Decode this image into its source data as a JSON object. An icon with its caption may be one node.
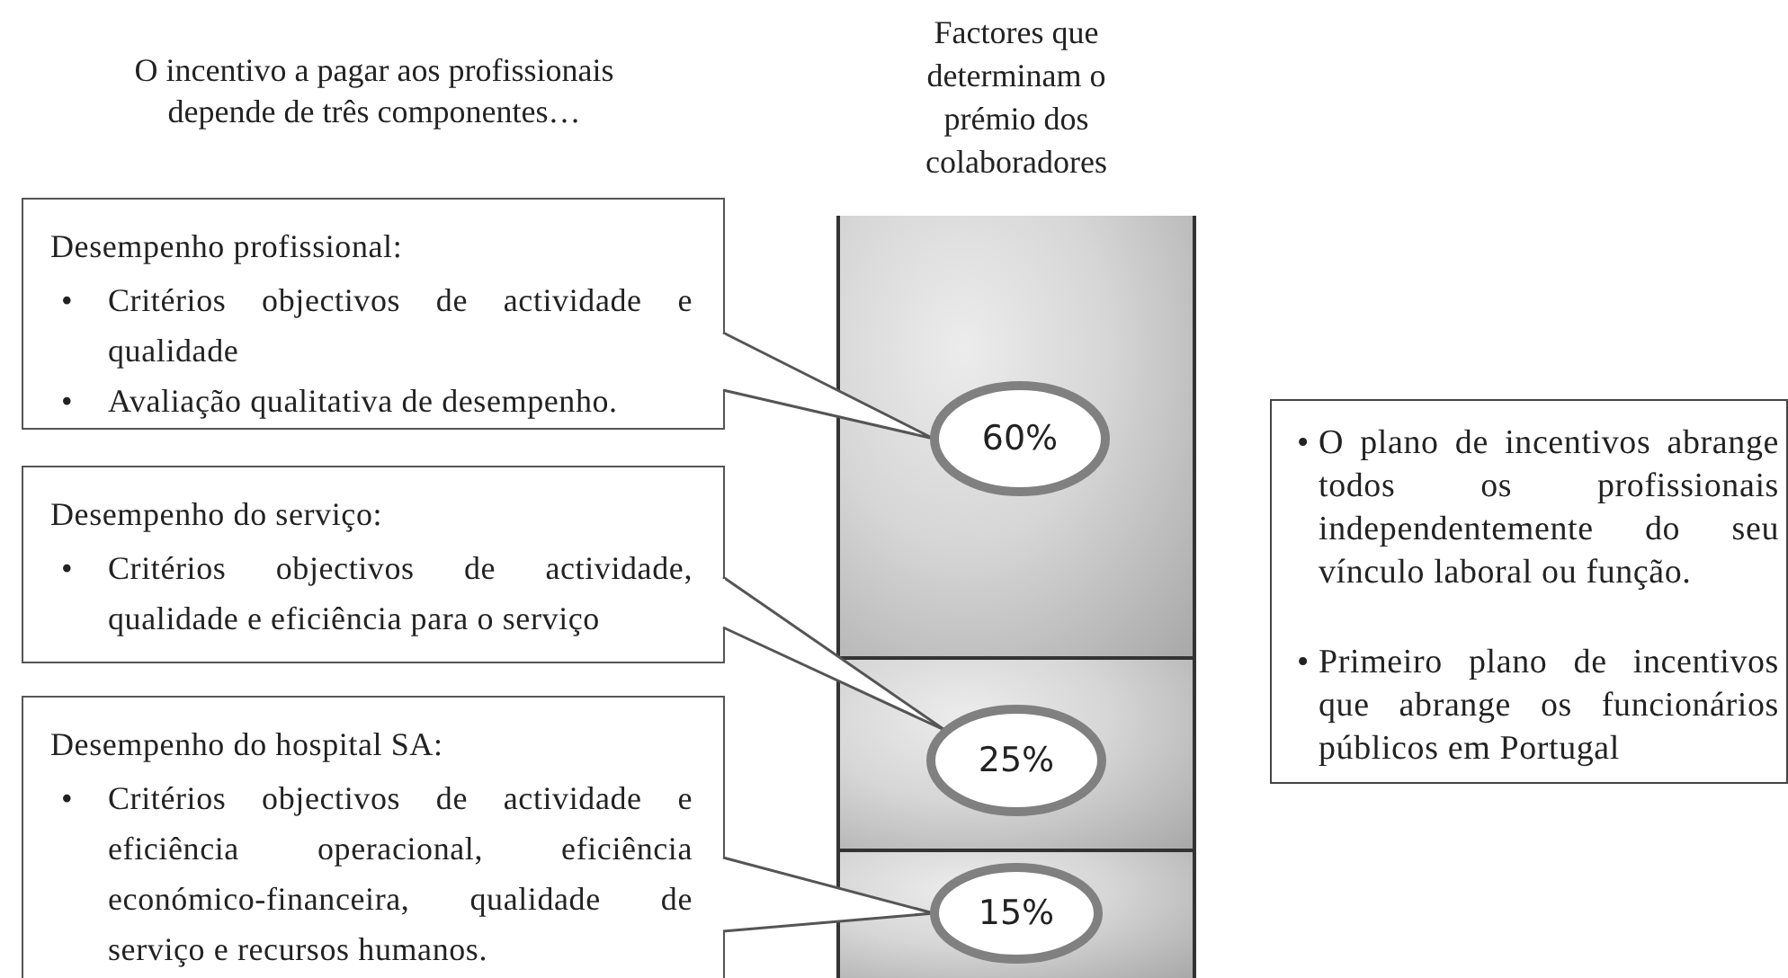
{
  "diagram": {
    "nodes": [
      {
        "text": [
          "Factores que determinam o prémio dos colaboradores"
        ]
      },
      {
        "text": [],
        "shape": "bar",
        "in": 0
      },
      {
        "text": [
          "60%"
        ],
        "in": 1
      },
      {
        "text": [],
        "shape": "bar",
        "in": 0
      },
      {
        "text": [
          "25%"
        ],
        "in": 3
      },
      {
        "text": [],
        "shape": "bar",
        "in": 0
      },
      {
        "text": [
          "15%"
        ],
        "in": 5
      },
      {
        "text": [
          "Desempenho profissional:",
          "• Critérios objectivos de actividade e qualidade",
          "• Avaliação qualitativa de desempenho."
        ]
      },
      {
        "text": [
          "Desempenho do serviço:",
          "• Critérios objectivos de actividade, qualidade e eficiência para o serviço"
        ]
      },
      {
        "text": [
          "Desempenho do hospital SA:",
          "• Critérios objectivos de actividade e eficiência operacional, eficiência económico-financeira, qualidade de serviço e recursos humanos."
        ]
      },
      {
        "text": [
          "• O plano de incentivos abrange todos os profissionais independentemente do seu vínculo laboral ou função.",
          "• Primeiro plano de incentivos que abrange os funcionários públicos em Portugal"
        ]
      }
    ],
    "edges": [
      {
        "from": 7,
        "to": 2,
        "arrow": "none"
      },
      {
        "from": 8,
        "to": 4,
        "arrow": "none"
      },
      {
        "from": 9,
        "to": 6,
        "arrow": "none"
      }
    ],
    "labels": [
      "O incentivo a pagar aos profissionais depende de três componentes…"
    ]
  }
}
